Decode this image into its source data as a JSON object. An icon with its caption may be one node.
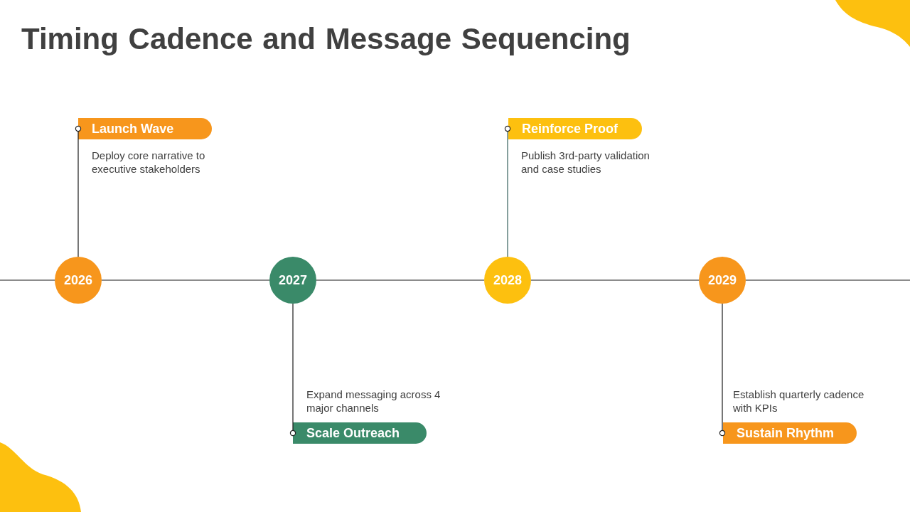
{
  "diagram": {
    "title": "Timing Cadence and Message Sequencing",
    "nodes": [
      {
        "text": [
          "2026"
        ]
      },
      {
        "text": [
          "Launch Wave"
        ],
        "beside": [
          "Deploy core narrative to executive stakeholders"
        ]
      },
      {
        "text": [
          "2027"
        ]
      },
      {
        "text": [
          "Scale Outreach"
        ],
        "beside": [
          "Expand messaging across 4 major channels"
        ]
      },
      {
        "text": [
          "2028"
        ]
      },
      {
        "text": [
          "Reinforce Proof"
        ],
        "beside": [
          "Publish 3rd-party validation and case studies"
        ]
      },
      {
        "text": [
          "2029"
        ]
      },
      {
        "text": [
          "Sustain Rhythm"
        ],
        "beside": [
          "Establish quarterly cadence with KPIs"
        ]
      }
    ],
    "edges": [
      {
        "from": null,
        "to": 0,
        "arrow": "none"
      },
      {
        "from": 0,
        "to": 2,
        "arrow": "none"
      },
      {
        "from": 2,
        "to": 4,
        "arrow": "none"
      },
      {
        "from": 4,
        "to": 6,
        "arrow": "none"
      },
      {
        "from": 6,
        "to": null,
        "arrow": "none"
      },
      {
        "from": 0,
        "to": 1,
        "arrow": "other"
      },
      {
        "from": 2,
        "to": 3,
        "arrow": "other"
      },
      {
        "from": 4,
        "to": 5,
        "arrow": "other",
        "color": "#35605c"
      },
      {
        "from": 6,
        "to": 7,
        "arrow": "other"
      }
    ]
  }
}
